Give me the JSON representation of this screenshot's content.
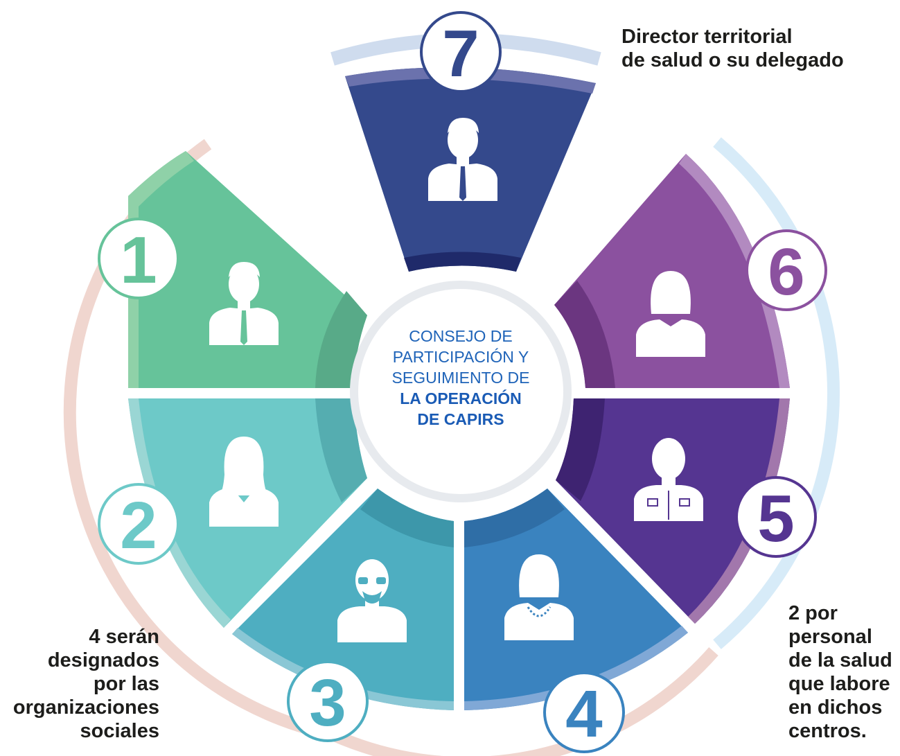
{
  "center": {
    "line1": "CONSEJO DE",
    "line2": "PARTICIPACIÓN Y",
    "line3": "SEGUIMIENTO DE",
    "line4": "LA OPERACIÓN",
    "line5": "DE CAPIRS"
  },
  "segments": [
    {
      "number": "1",
      "color": "#66c39a",
      "icon": "man-suit-icon"
    },
    {
      "number": "2",
      "color": "#6dc9c8",
      "icon": "woman-long-hair-icon"
    },
    {
      "number": "3",
      "color": "#4eaec1",
      "icon": "man-glasses-beard-icon"
    },
    {
      "number": "4",
      "color": "#3a83bf",
      "icon": "woman-necklace-icon"
    },
    {
      "number": "5",
      "color": "#553591",
      "icon": "health-worker-icon"
    },
    {
      "number": "6",
      "color": "#8b519f",
      "icon": "woman-short-hair-icon"
    },
    {
      "number": "7",
      "color": "#34498c",
      "icon": "man-tie-icon"
    }
  ],
  "notes": {
    "top_right": [
      "Director territorial",
      "de salud o su delegado"
    ],
    "left": [
      "4 serán",
      "designados",
      "por las",
      "organizaciones",
      "sociales"
    ],
    "right": [
      "2 por",
      "personal",
      "de la salud",
      "que labore",
      "en dichos",
      "centros."
    ]
  }
}
